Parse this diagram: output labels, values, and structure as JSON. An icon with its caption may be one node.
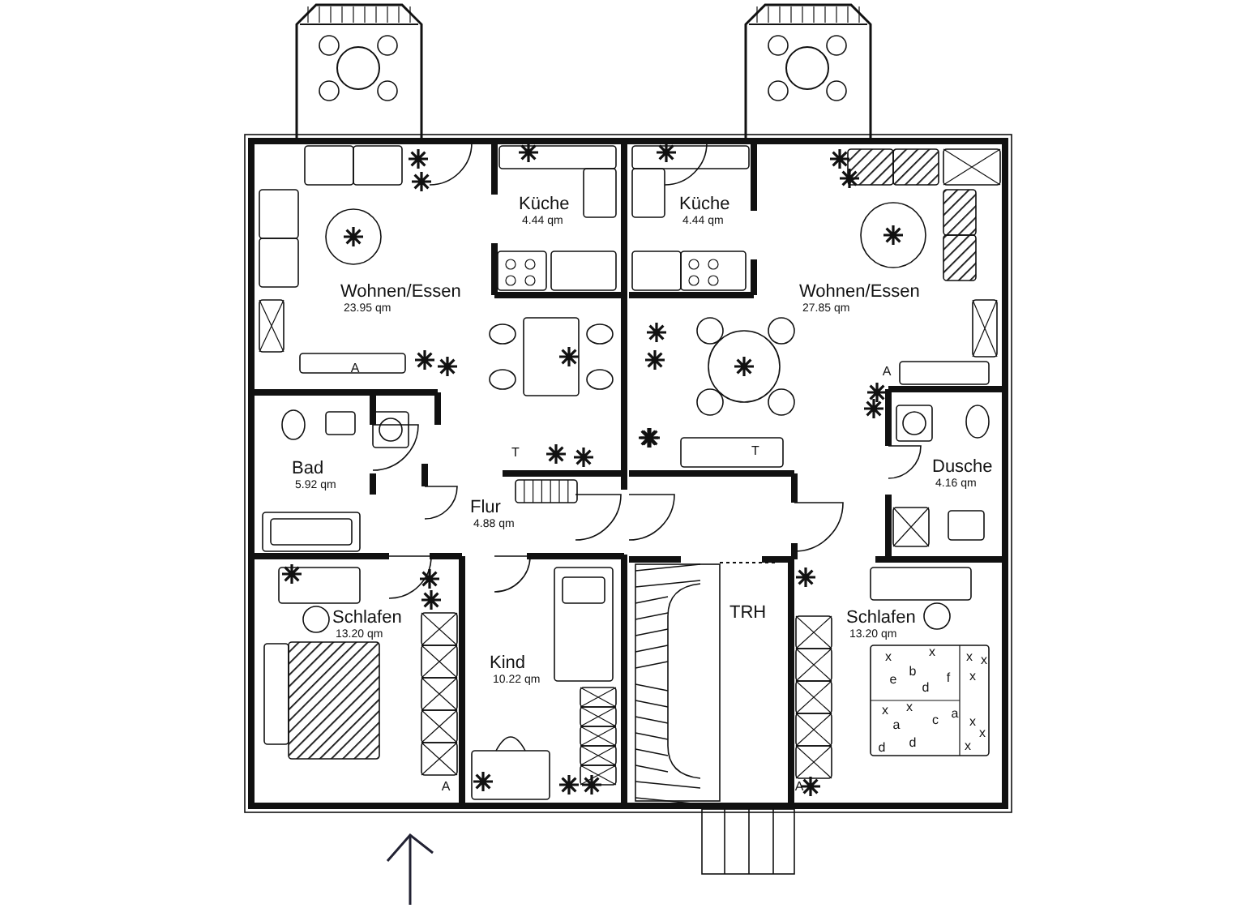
{
  "diagram": {
    "nodes": [
      {
        "text": [
          "Wohnen/Essen",
          "23.95 qm"
        ]
      },
      {
        "text": [
          "Küche",
          "4.44 qm"
        ]
      },
      {
        "text": [
          "Küche",
          "4.44 qm"
        ]
      },
      {
        "text": [
          "Wohnen/Essen",
          "27.85 qm"
        ]
      },
      {
        "text": [
          "Bad",
          "5.92 qm"
        ]
      },
      {
        "text": [
          "Flur",
          "4.88 qm"
        ]
      },
      {
        "text": [
          "Dusche",
          "4.16 qm"
        ]
      },
      {
        "text": [
          "Schlafen",
          "13.20 qm"
        ]
      },
      {
        "text": [
          "Kind",
          "10.22 qm"
        ]
      },
      {
        "text": [
          "TRH"
        ]
      },
      {
        "text": [
          "Schlafen",
          "13.20 qm"
        ]
      }
    ],
    "labels": [
      "A",
      "A",
      "T",
      "T",
      "x",
      "x",
      "x",
      "x",
      "e",
      "b",
      "d",
      "f",
      "x",
      "x",
      "x",
      "a",
      "c",
      "a",
      "x",
      "x",
      "d",
      "d",
      "x",
      "A",
      "A"
    ]
  }
}
